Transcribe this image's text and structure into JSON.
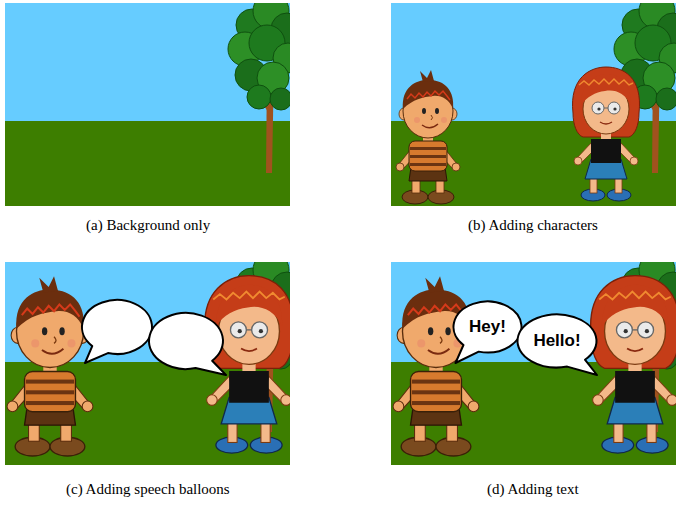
{
  "diagram": {
    "nodes": [
      {
        "text": [
          "Hey!"
        ]
      },
      {
        "text": [
          "Hello!"
        ]
      }
    ],
    "labels": [
      "(a) Background only",
      "(b) Adding characters",
      "(c) Adding speech balloons",
      "(d) Adding text"
    ]
  }
}
